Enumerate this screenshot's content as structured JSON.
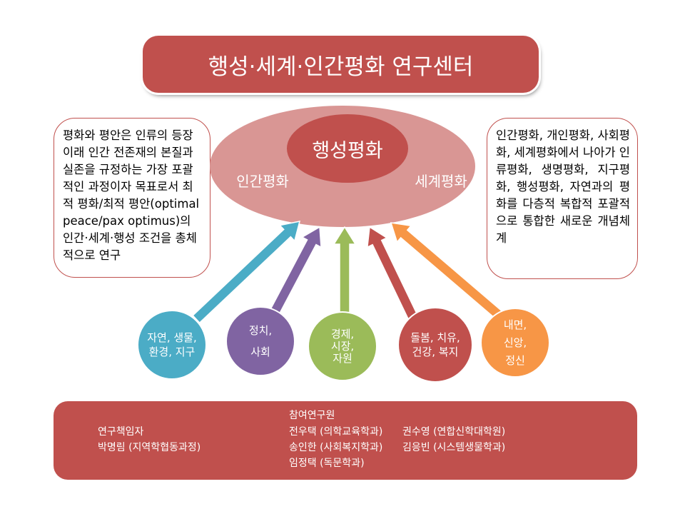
{
  "title": "행성·세계·인간평화 연구센터",
  "left_text": "평화와 평안은 인류의 등장 이래 인간 전존재의 본질과 실존을 규정하는 가장 포괄적인 과정이자 목표로서 최적 평화/최적 평안(optimal peace/pax optimus)의 인간·세계·행성 조건을 총체적으로 연구",
  "right_text": "인간평화, 개인평화, 사회평화, 세계평화에서 나아가 인류평화, 생명평화, 지구평화, 행성평화, 자연과의 평화를 다층적 복합적 포괄적으로 통합한 새로운 개념체계",
  "ellipse": {
    "center": "행성평화",
    "left": "인간평화",
    "right": "세계평화"
  },
  "circles": [
    {
      "label": "자연, 생물,\n환경, 지구",
      "color": "#4bacc6"
    },
    {
      "label": "정치,\n\n사회",
      "color": "#8064a2"
    },
    {
      "label": "경제,\n시장,\n자원",
      "color": "#9bbb59"
    },
    {
      "label": "돌봄, 치유,\n건강, 복지",
      "color": "#c0504d"
    },
    {
      "label": "내면,\n신앙,\n정신",
      "color": "#f79646"
    }
  ],
  "bottom": {
    "lead_title": "연구책임자",
    "lead_name": "박명림 (지역학협동과정)",
    "members_title": "참여연구원",
    "members": [
      "전우택 (의학교육학과)",
      "권수영 (연합신학대학원)",
      "송인한 (사회복지학과)",
      "김응빈 (시스템생물학과)",
      "임정택 (독문학과)"
    ]
  }
}
